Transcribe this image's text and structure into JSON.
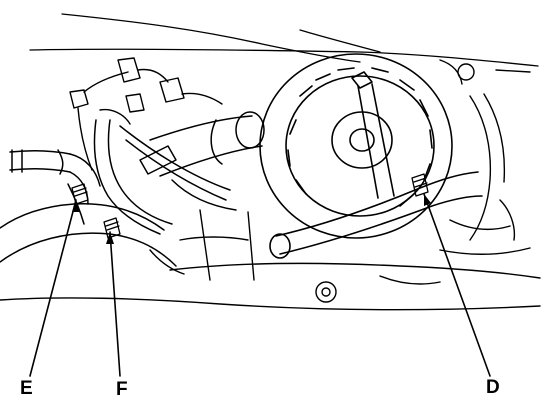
{
  "callouts": {
    "e": "E",
    "f": "F",
    "d": "D"
  },
  "colors": {
    "line": "#000000",
    "background": "#ffffff"
  }
}
